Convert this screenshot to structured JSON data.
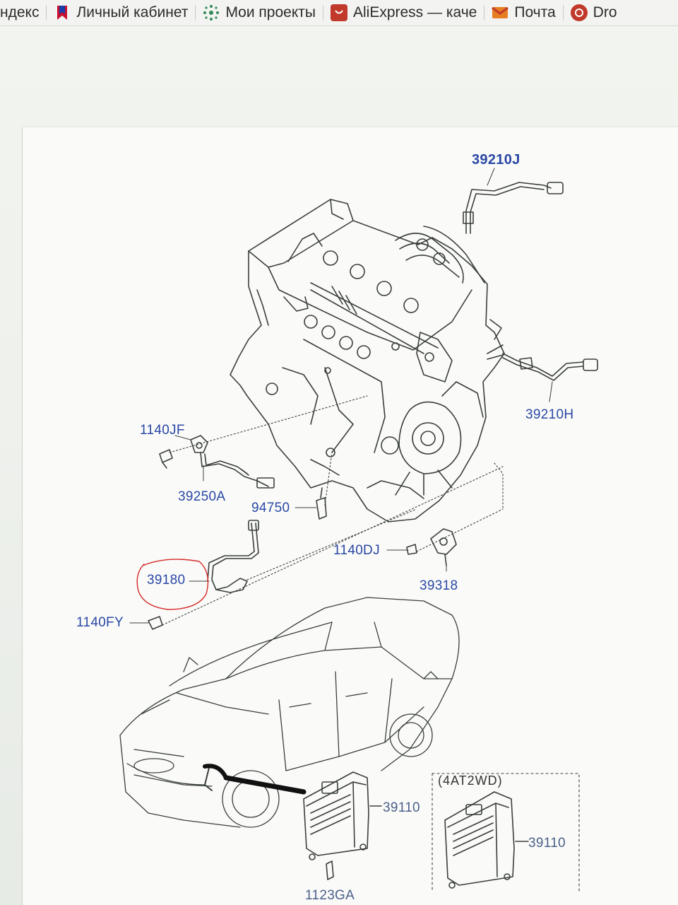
{
  "bookmarks_bar": {
    "items": [
      {
        "label": "ндекс",
        "icon": "yandex-icon"
      },
      {
        "label": "Личный кабинет",
        "icon": "flag-icon",
        "color": "#c8102e"
      },
      {
        "label": "Мои проекты",
        "icon": "sparkle-icon",
        "color": "#2e8b57"
      },
      {
        "label": "AliExpress — каче",
        "icon": "bag-icon",
        "color": "#c0392b"
      },
      {
        "label": "Почта",
        "icon": "mail-icon",
        "color": "#e67e22"
      },
      {
        "label": "Dro",
        "icon": "drive2-icon",
        "color": "#c0392b"
      }
    ]
  },
  "diagram": {
    "part_labels": {
      "p39210J": "39210J",
      "p39210H": "39210H",
      "p1140JF": "1140JF",
      "p39250A": "39250A",
      "p94750": "94750",
      "p1140DJ": "1140DJ",
      "p39318": "39318",
      "p39180": "39180",
      "p1140FY": "1140FY",
      "p39110a": "39110",
      "p39110b": "39110",
      "p1123GA": "1123GA"
    },
    "variant_note": "(4AT2WD)",
    "highlight_color": "#d42a2a",
    "label_color": "#2a47a6"
  }
}
